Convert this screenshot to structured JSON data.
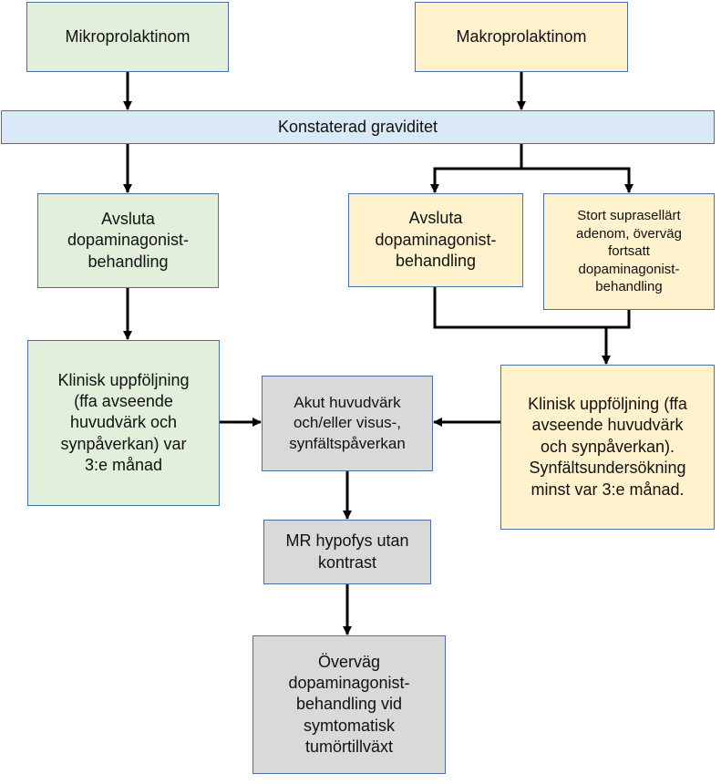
{
  "colors": {
    "micro_fill": "#e2efda",
    "macro_fill": "#fff2cc",
    "event_fill": "#dae8f7",
    "common_fill": "#d9d9d9",
    "border": "#4a6fa5",
    "arrow": "#000000"
  },
  "nodes": {
    "micro": "Mikroprolaktinom",
    "macro": "Makroprolaktinom",
    "pregnancy": "Konstaterad graviditet",
    "micro_stop": "Avsluta\ndopaminagonist-\nbehandling",
    "macro_stop": "Avsluta\ndopaminagonist-\nbehandling",
    "macro_continue": "Stort suprasellärt\nadenom, överväg\nfortsatt\ndopaminagonist-\nbehandling",
    "micro_followup": "Klinisk uppföljning\n(ffa avseende\nhuvudvärk och\nsynpåverkan) var\n3:e månad",
    "macro_followup": "Klinisk uppföljning (ffa\navseende huvudvärk\noch synpåverkan).\nSynfältsundersökning\nminst var 3:e månad.",
    "headache": "Akut huvudvärk\noch/eller visus-,\nsynfältspåverkan",
    "mri": "MR hypofys utan\nkontrast",
    "consider": "Överväg\ndopaminagonist-\nbehandling vid\nsymtomatisk\ntumörtillväxt"
  },
  "edges": [
    {
      "from": "micro",
      "to": "pregnancy"
    },
    {
      "from": "macro",
      "to": "pregnancy"
    },
    {
      "from": "pregnancy",
      "to": "micro_stop"
    },
    {
      "from": "pregnancy",
      "to": "macro_stop"
    },
    {
      "from": "pregnancy",
      "to": "macro_continue"
    },
    {
      "from": "micro_stop",
      "to": "micro_followup"
    },
    {
      "from": "macro_stop",
      "to": "macro_followup"
    },
    {
      "from": "macro_continue",
      "to": "macro_followup"
    },
    {
      "from": "micro_followup",
      "to": "headache"
    },
    {
      "from": "macro_followup",
      "to": "headache"
    },
    {
      "from": "headache",
      "to": "mri"
    },
    {
      "from": "mri",
      "to": "consider"
    }
  ]
}
